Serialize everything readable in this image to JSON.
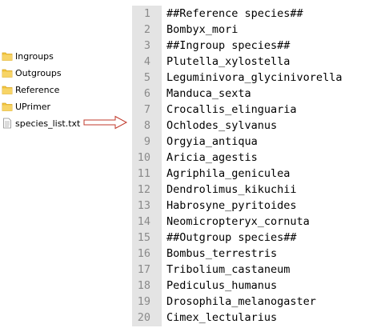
{
  "files": [
    {
      "name": "Ingroups",
      "type": "folder"
    },
    {
      "name": "Outgroups",
      "type": "folder"
    },
    {
      "name": "Reference",
      "type": "folder"
    },
    {
      "name": "UPrimer",
      "type": "folder"
    },
    {
      "name": "species_list.txt",
      "type": "text-file"
    }
  ],
  "icons": {
    "folder": "folder-icon",
    "file": "text-file-icon",
    "arrow": "right-arrow-icon"
  },
  "colors": {
    "folder_fill": "#f2c53d",
    "folder_dark": "#d9a520",
    "arrow": "#c0392b",
    "gutter_bg": "#e4e4e4",
    "line_number": "#8a8a8a"
  },
  "editor": {
    "lines": [
      {
        "number": "1",
        "text": "##Reference species##"
      },
      {
        "number": "2",
        "text": "Bombyx_mori"
      },
      {
        "number": "3",
        "text": "##Ingroup species##"
      },
      {
        "number": "4",
        "text": "Plutella_xylostella"
      },
      {
        "number": "5",
        "text": "Leguminivora_glycinivorella"
      },
      {
        "number": "6",
        "text": "Manduca_sexta"
      },
      {
        "number": "7",
        "text": "Crocallis_elinguaria"
      },
      {
        "number": "8",
        "text": "Ochlodes_sylvanus"
      },
      {
        "number": "9",
        "text": "Orgyia_antiqua"
      },
      {
        "number": "10",
        "text": "Aricia_agestis"
      },
      {
        "number": "11",
        "text": "Agriphila_geniculea"
      },
      {
        "number": "12",
        "text": "Dendrolimus_kikuchii"
      },
      {
        "number": "13",
        "text": "Habrosyne_pyritoides"
      },
      {
        "number": "14",
        "text": "Neomicropteryx_cornuta"
      },
      {
        "number": "15",
        "text": "##Outgroup species##"
      },
      {
        "number": "16",
        "text": "Bombus_terrestris"
      },
      {
        "number": "17",
        "text": "Tribolium_castaneum"
      },
      {
        "number": "18",
        "text": "Pediculus_humanus"
      },
      {
        "number": "19",
        "text": "Drosophila_melanogaster"
      },
      {
        "number": "20",
        "text": "Cimex_lectularius"
      }
    ]
  }
}
